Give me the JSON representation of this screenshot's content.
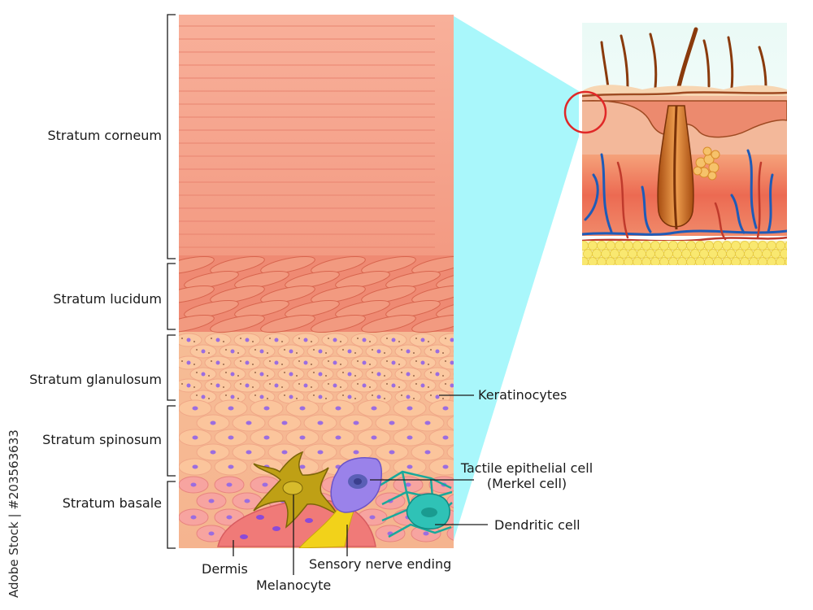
{
  "layers": [
    {
      "key": "corneum",
      "label": "Stratum corneum"
    },
    {
      "key": "lucidum",
      "label": "Stratum lucidum"
    },
    {
      "key": "granulosum",
      "label": "Stratum glanulosum"
    },
    {
      "key": "spinosum",
      "label": "Stratum spinosum"
    },
    {
      "key": "basale",
      "label": "Stratum basale"
    }
  ],
  "callouts": {
    "keratinocytes": "Keratinocytes",
    "tactile_line1": "Tactile epithelial cell",
    "tactile_line2": "(Merkel cell)",
    "dendritic": "Dendritic cell",
    "sensory": "Sensory nerve ending",
    "dermis": "Dermis",
    "melanocyte": "Melanocyte"
  },
  "stock_credit": "Adobe Stock | #203563633",
  "colors": {
    "corneum": "#f6a48c",
    "lucidum": "#ef8a73",
    "granular_cells": "#fbc8a0",
    "nucleus": "#9b6de0",
    "melanocyte": "#b59410",
    "merkel": "#9a7ee8",
    "nerve": "#f2d21a",
    "dendritic": "#1fb3a8",
    "zoom_wedge": "#a9f7fb",
    "fat": "#f9e870",
    "vessel": "#1e5bb8",
    "circle": "#e02828"
  }
}
